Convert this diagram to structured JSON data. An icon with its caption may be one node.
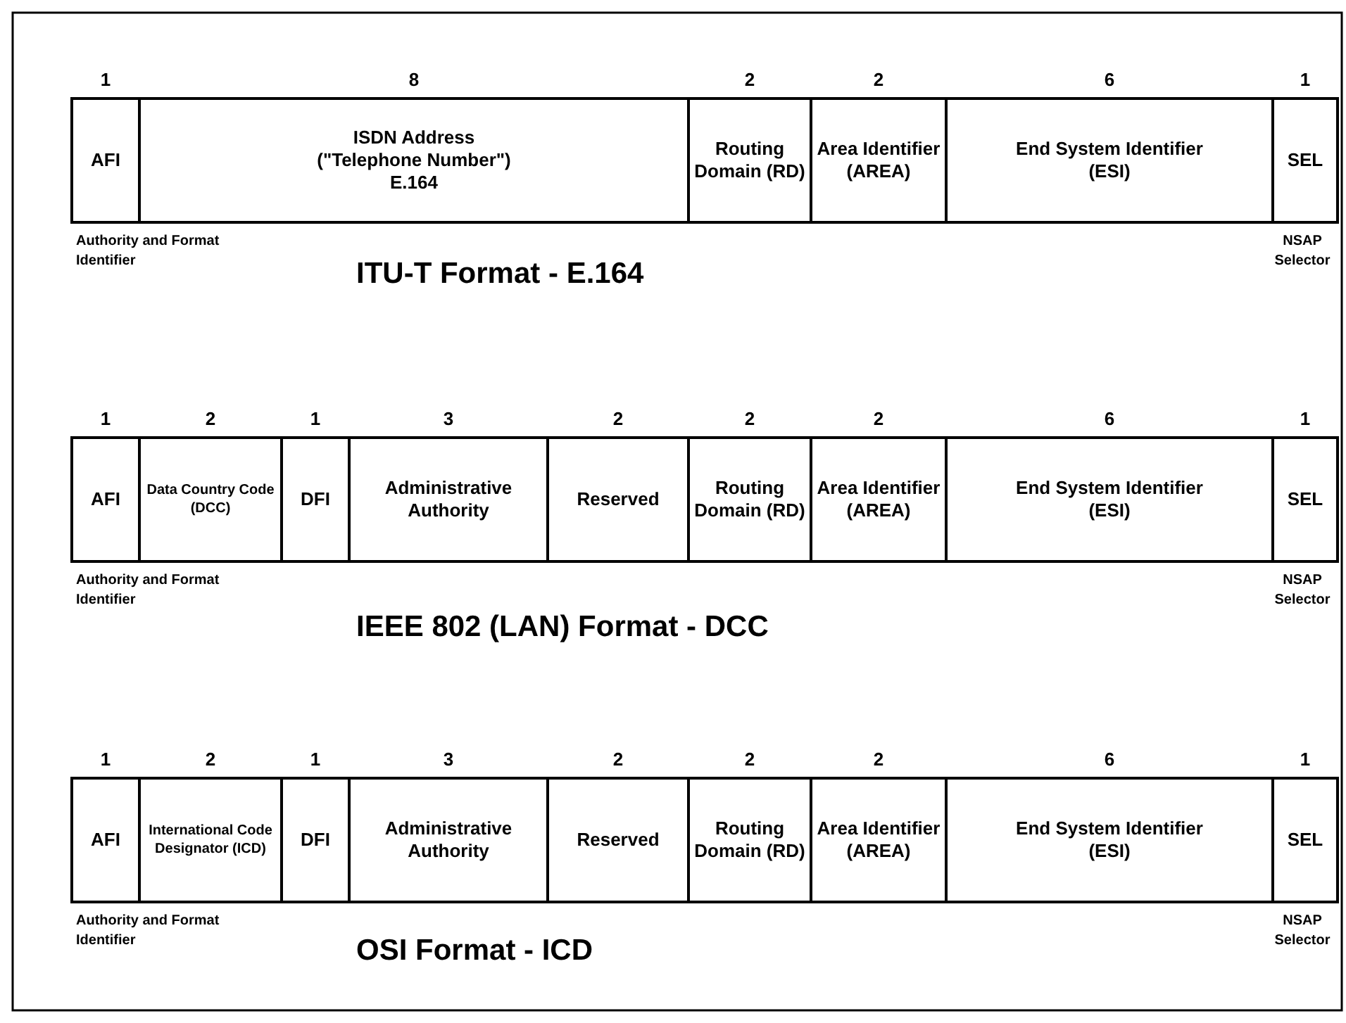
{
  "diagram": {
    "nodes": [
      {
        "text": [
          "AFI"
        ],
        "beside": [
          "1",
          "Authority and Format Identifier"
        ]
      },
      {
        "text": [
          "ISDN Address",
          "(\"Telephone Number\")",
          "E.164"
        ],
        "beside": [
          "8"
        ]
      },
      {
        "text": [
          "Routing Domain (RD)"
        ],
        "beside": [
          "2"
        ]
      },
      {
        "text": [
          "Area Identifier (AREA)"
        ],
        "beside": [
          "2"
        ]
      },
      {
        "text": [
          "End System Identifier",
          "(ESI)"
        ],
        "beside": [
          "6"
        ]
      },
      {
        "text": [
          "SEL"
        ],
        "beside": [
          "1",
          "NSAP Selector"
        ]
      },
      {
        "text": [
          "AFI"
        ],
        "beside": [
          "1",
          "Authority and Format Identifier"
        ]
      },
      {
        "text": [
          "Data Country Code (DCC)"
        ],
        "beside": [
          "2"
        ]
      },
      {
        "text": [
          "DFI"
        ],
        "beside": [
          "1"
        ]
      },
      {
        "text": [
          "Administrative Authority"
        ],
        "beside": [
          "3"
        ]
      },
      {
        "text": [
          "Reserved"
        ],
        "beside": [
          "2"
        ]
      },
      {
        "text": [
          "Routing Domain (RD)"
        ],
        "beside": [
          "2"
        ]
      },
      {
        "text": [
          "Area Identifier (AREA)"
        ],
        "beside": [
          "2"
        ]
      },
      {
        "text": [
          "End System Identifier",
          "(ESI)"
        ],
        "beside": [
          "6"
        ]
      },
      {
        "text": [
          "SEL"
        ],
        "beside": [
          "1",
          "NSAP Selector"
        ]
      },
      {
        "text": [
          "AFI"
        ],
        "beside": [
          "1",
          "Authority and Format Identifier"
        ]
      },
      {
        "text": [
          "International Code Designator (ICD)"
        ],
        "beside": [
          "2"
        ]
      },
      {
        "text": [
          "DFI"
        ],
        "beside": [
          "1"
        ]
      },
      {
        "text": [
          "Administrative Authority"
        ],
        "beside": [
          "3"
        ]
      },
      {
        "text": [
          "Reserved"
        ],
        "beside": [
          "2"
        ]
      },
      {
        "text": [
          "Routing Domain (RD)"
        ],
        "beside": [
          "2"
        ]
      },
      {
        "text": [
          "Area Identifier (AREA)"
        ],
        "beside": [
          "2"
        ]
      },
      {
        "text": [
          "End System Identifier",
          "(ESI)"
        ],
        "beside": [
          "6"
        ]
      },
      {
        "text": [
          "SEL"
        ],
        "beside": [
          "1",
          "NSAP Selector"
        ]
      }
    ],
    "labels": [
      "ITU-T Format - E.164",
      "IEEE 802 (LAN) Format - DCC",
      "OSI Format - ICD"
    ]
  }
}
